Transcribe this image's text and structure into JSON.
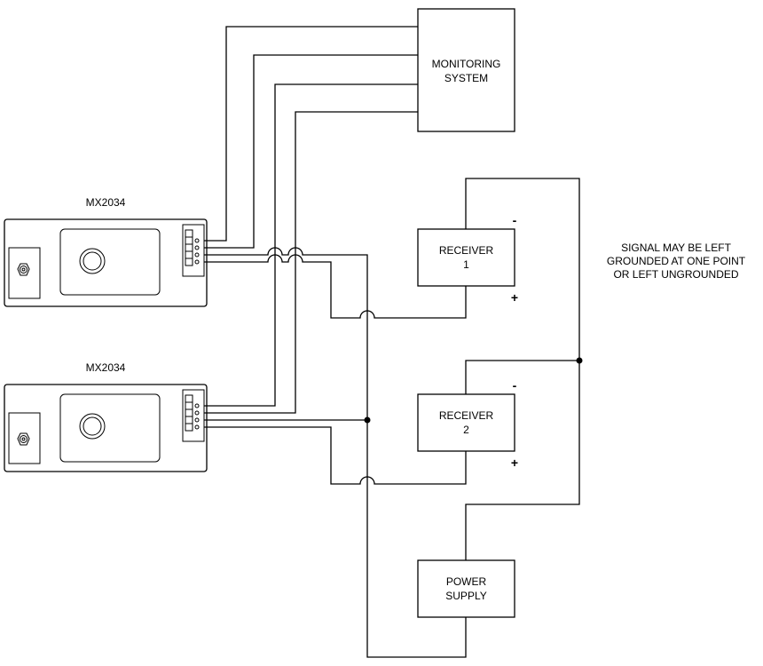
{
  "devices": [
    {
      "label": "MX2034"
    },
    {
      "label": "MX2034"
    }
  ],
  "monitoring_system": {
    "line1": "MONITORING",
    "line2": "SYSTEM"
  },
  "receivers": [
    {
      "line1": "RECEIVER",
      "line2": "1",
      "minus": "-",
      "plus": "+"
    },
    {
      "line1": "RECEIVER",
      "line2": "2",
      "minus": "-",
      "plus": "+"
    }
  ],
  "power_supply": {
    "line1": "POWER",
    "line2": "SUPPLY"
  },
  "note": {
    "line1": "SIGNAL MAY BE LEFT",
    "line2": "GROUNDED AT ONE POINT",
    "line3": "OR LEFT UNGROUNDED"
  }
}
